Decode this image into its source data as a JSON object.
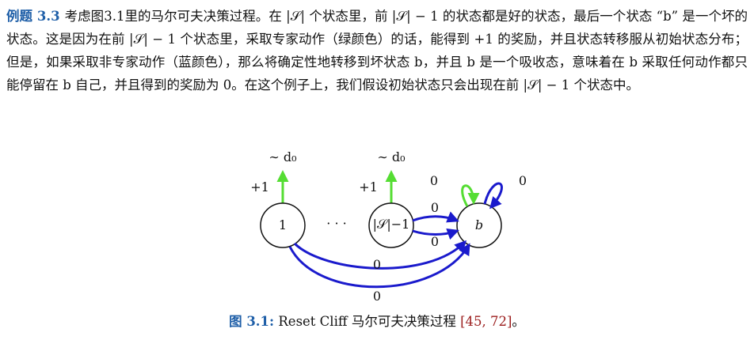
{
  "example": {
    "title": "例题 3.3",
    "text": "考虑图3.1里的马尔可夫决策过程。在 |𝒮| 个状态里，前 |𝒮| − 1 的状态都是好的状态，最后一个状态 “b” 是一个坏的状态。这是因为在前 |𝒮| − 1 个状态里，采取专家动作（绿颜色）的话，能得到 +1 的奖励，并且状态转移服从初始状态分布；但是，如果采取非专家动作（蓝颜色），那么将确定性地转移到坏状态 b，并且 b 是一个吸收态，意味着在 b 采取任何动作都只能停留在 b 自己，并且得到的奖励为 0。在这个例子上，我们假设初始状态只会出现在前 |𝒮| − 1 个状态中。"
  },
  "diagram": {
    "nodes": {
      "state1": "1",
      "state_last": "|𝒮|−1",
      "bad": "b",
      "ellipsis": "· · ·"
    },
    "init_dist_label_1": "∼ d₀",
    "init_dist_label_2": "∼ d₀",
    "reward_expert_1": "+1",
    "reward_expert_2": "+1",
    "reward_self_green": "0",
    "reward_self_blue": "0",
    "reward_upper_arrow": "0",
    "reward_lower_arrow": "0",
    "reward_long_inner": "0",
    "reward_long_outer": "0",
    "colors": {
      "expert": "#55dd33",
      "non_expert": "#1a1acc"
    }
  },
  "caption": {
    "label": "图 3.1:",
    "text": "Reset Cliff 马尔可夫决策过程 ",
    "refs": "[45, 72]",
    "end": "。"
  }
}
